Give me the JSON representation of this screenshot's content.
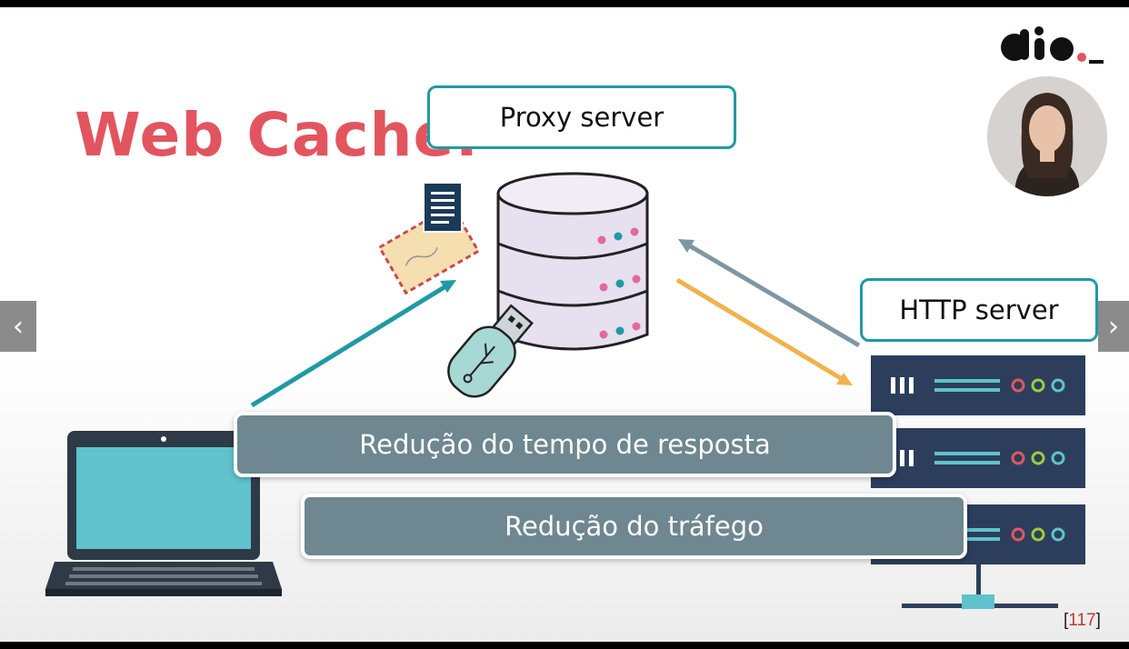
{
  "slide": {
    "title": "Web Cache:",
    "proxy_label": "Proxy server",
    "http_label": "HTTP server",
    "banner_1": "Redução do tempo de resposta",
    "banner_2": "Redução do tráfego",
    "page_number": "117"
  },
  "brand": {
    "logo_text": "dio._",
    "accent": "#e2555f",
    "teal": "#1f9aa4",
    "banner_color": "#6e8790"
  },
  "nav": {
    "prev_icon": "chevron-left-icon",
    "next_icon": "chevron-right-icon"
  }
}
